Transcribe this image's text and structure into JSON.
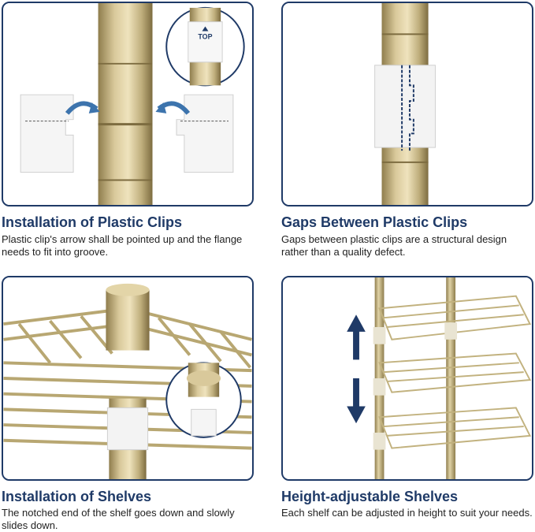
{
  "colors": {
    "accent": "#1f3a67",
    "gold": "#c9b98a",
    "clip_white": "#f2f2f2"
  },
  "panels": [
    {
      "title": "Installation of Plastic Clips",
      "description": "Plastic clip's arrow shall be pointed up and the flange needs to fit into groove.",
      "clip_label": "TOP",
      "icons": [
        "curved-arrow-icon",
        "magnifier-circle"
      ]
    },
    {
      "title": "Gaps Between Plastic Clips",
      "description": "Gaps between plastic clips are a structural design rather than a quality defect."
    },
    {
      "title": "Installation of Shelves",
      "description": "The notched end of the shelf goes down and slowly slides down.",
      "icons": [
        "magnifier-circle"
      ]
    },
    {
      "title": "Height-adjustable Shelves",
      "description": "Each shelf can be adjusted in height to suit your needs.",
      "icons": [
        "arrow-up-icon",
        "arrow-down-icon"
      ]
    }
  ]
}
